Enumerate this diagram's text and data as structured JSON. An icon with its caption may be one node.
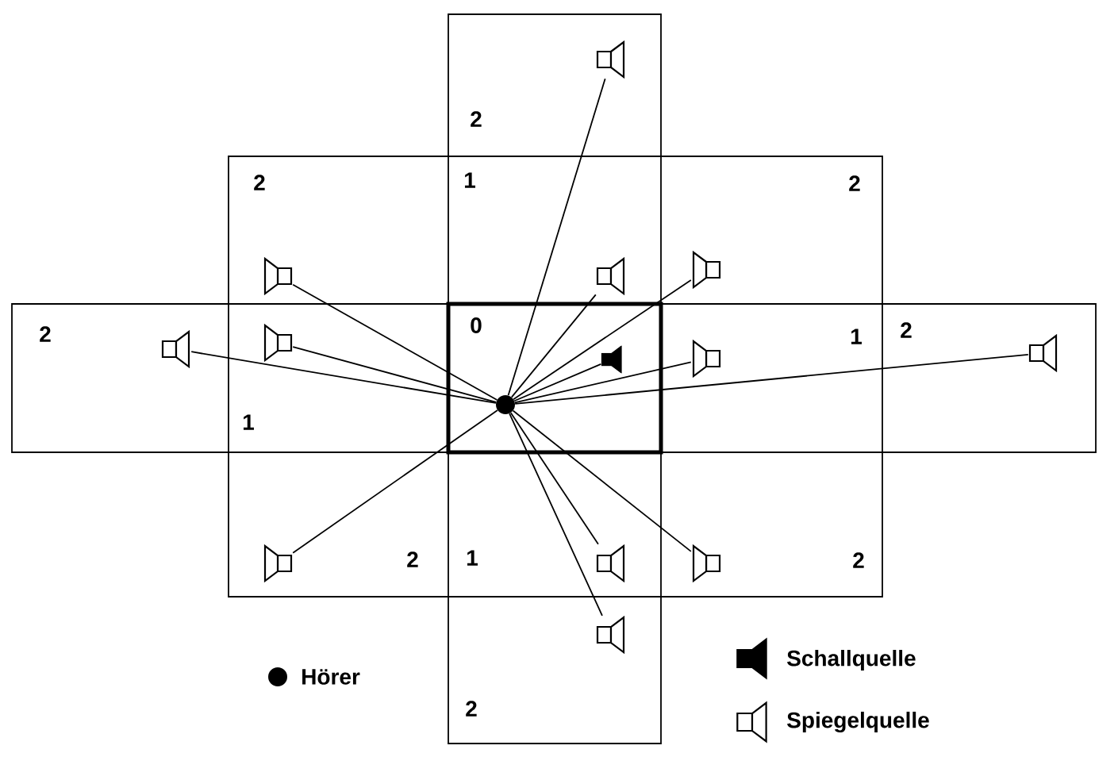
{
  "diagram": {
    "nodes": [
      {
        "text": [],
        "shape": "speaker"
      },
      {
        "text": [],
        "shape": "speaker"
      },
      {
        "text": [],
        "shape": "speaker"
      },
      {
        "text": [],
        "shape": "speaker"
      },
      {
        "text": [],
        "shape": "speaker"
      },
      {
        "text": [],
        "shape": "speaker"
      },
      {
        "text": [],
        "shape": "speaker"
      },
      {
        "text": [],
        "shape": "speaker"
      },
      {
        "text": [],
        "shape": "speaker"
      },
      {
        "text": [],
        "shape": "circle"
      },
      {
        "text": [],
        "shape": "speaker"
      },
      {
        "text": [],
        "shape": "speaker"
      },
      {
        "text": [],
        "shape": "speaker"
      },
      {
        "text": [],
        "shape": "speaker"
      }
    ],
    "edges": [
      {
        "from": 9,
        "to": 0,
        "arrow": "none"
      },
      {
        "from": 9,
        "to": 1,
        "arrow": "none"
      },
      {
        "from": 9,
        "to": 2,
        "arrow": "none"
      },
      {
        "from": 9,
        "to": 3,
        "arrow": "none"
      },
      {
        "from": 9,
        "to": 4,
        "arrow": "none"
      },
      {
        "from": 9,
        "to": 5,
        "arrow": "none"
      },
      {
        "from": 9,
        "to": 6,
        "arrow": "none"
      },
      {
        "from": 9,
        "to": 7,
        "arrow": "none"
      },
      {
        "from": 9,
        "to": 8,
        "arrow": "none"
      },
      {
        "from": 9,
        "to": 10,
        "arrow": "none"
      },
      {
        "from": 9,
        "to": 11,
        "arrow": "none"
      },
      {
        "from": 9,
        "to": 12,
        "arrow": "none"
      },
      {
        "from": 9,
        "to": 13,
        "arrow": "none"
      }
    ],
    "labels": [
      "2",
      "2",
      "1",
      "2",
      "2",
      "0",
      "1",
      "2",
      "1",
      "2",
      "1",
      "2",
      "2"
    ],
    "legend": [
      {
        "text": "Hörer"
      },
      {
        "text": "Schallquelle"
      },
      {
        "text": "Spiegelquelle"
      }
    ]
  }
}
